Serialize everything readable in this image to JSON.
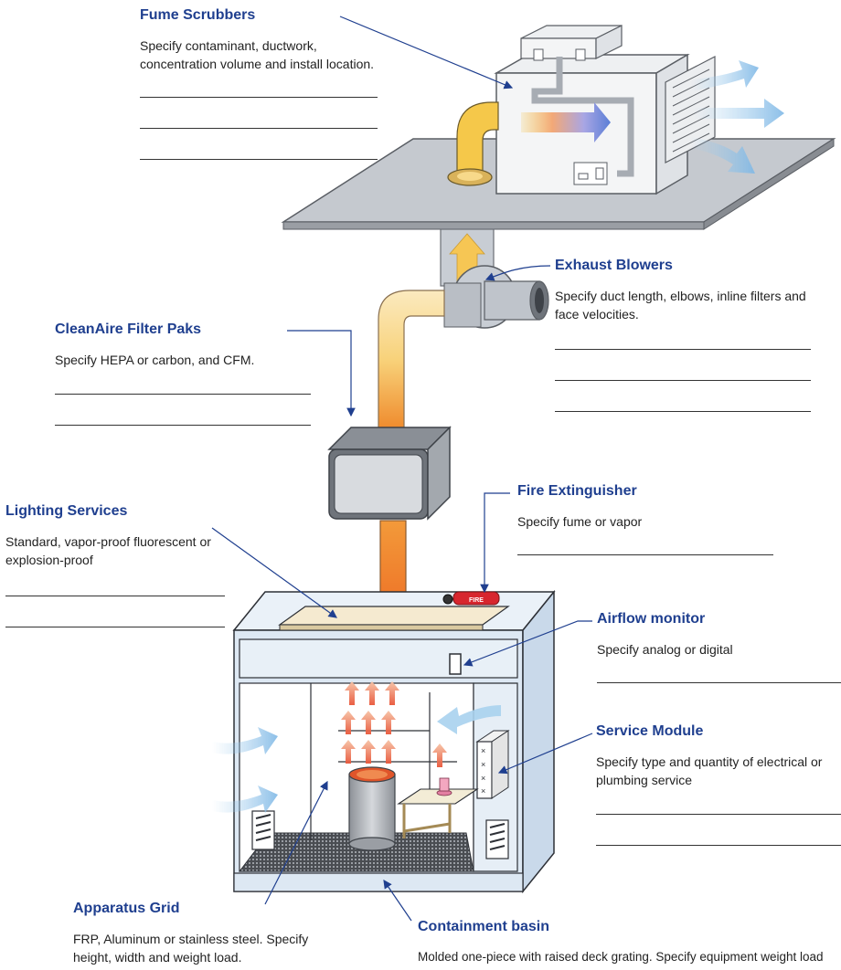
{
  "colors": {
    "heading": "#1f3f8f",
    "leader": "#1f3f8f",
    "body_text": "#222222",
    "duct_gray": "#c8cdd4",
    "duct_warm": "#f2b84b",
    "hood_blue": "#dde8f3",
    "air_arrow": "#a9d2ee",
    "fire_red": "#d7262e"
  },
  "icons": [
    "fume-scrubber",
    "exhaust-blower",
    "filter-pak",
    "fume-hood",
    "fire-extinguisher",
    "airflow-monitor",
    "service-module",
    "apparatus-grid",
    "containment-basin",
    "air-flow-arrow",
    "fume-arrow"
  ],
  "labels": {
    "fire_tag": "FIRE"
  },
  "callouts": {
    "fume_scrubbers": {
      "title": "Fume Scrubbers",
      "text": "Specify contaminant, ductwork, concentration volume and install location."
    },
    "exhaust_blowers": {
      "title": "Exhaust Blowers",
      "text": "Specify duct length, elbows, inline filters and face velocities."
    },
    "filter_paks": {
      "title": "CleanAire Filter Paks",
      "text": "Specify HEPA or carbon, and CFM."
    },
    "lighting": {
      "title": "Lighting Services",
      "text": "Standard, vapor-proof fluorescent or explosion-proof"
    },
    "fire_extinguisher": {
      "title": "Fire Extinguisher",
      "text": "Specify fume or vapor"
    },
    "airflow_monitor": {
      "title": "Airflow monitor",
      "text": "Specify analog or digital"
    },
    "service_module": {
      "title": "Service Module",
      "text": "Specify type and quantity of electrical or plumbing service"
    },
    "apparatus_grid": {
      "title": "Apparatus Grid",
      "text": "FRP, Aluminum or stainless steel. Specify height, width and weight load."
    },
    "containment_basin": {
      "title": "Containment basin",
      "text": "Molded one-piece with raised deck grating. Specify equipment weight load"
    }
  }
}
